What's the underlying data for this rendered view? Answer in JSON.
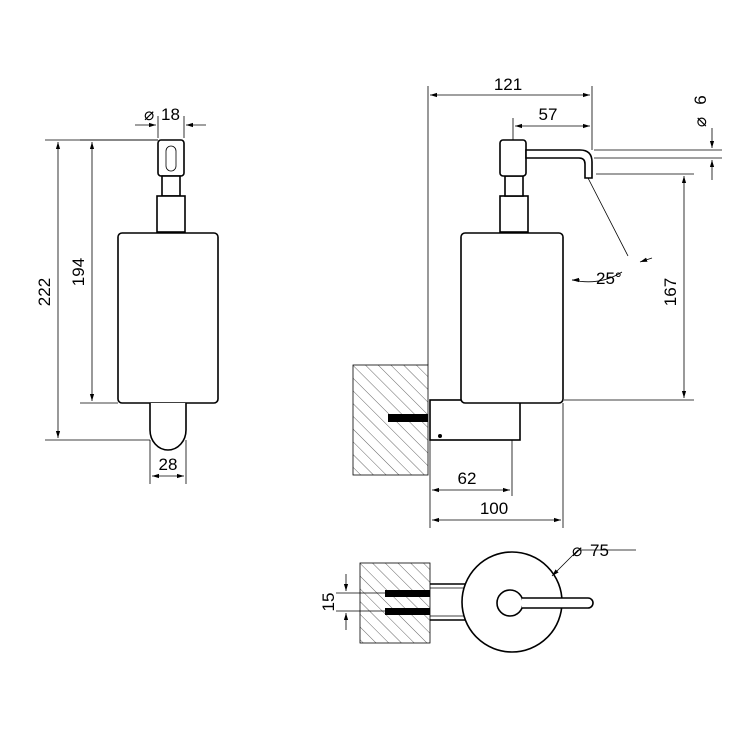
{
  "dimensions": {
    "diameter_top": "18",
    "height_total": "222",
    "height_body": "194",
    "base_width": "28",
    "width_total": "121",
    "spout_length": "57",
    "spout_diameter": "6",
    "spout_angle": "25°",
    "spout_height": "167",
    "bracket_depth": "62",
    "overall_depth": "100",
    "screw_spacing": "15",
    "body_diameter": "75"
  },
  "symbols": {
    "diameter": "⌀"
  }
}
